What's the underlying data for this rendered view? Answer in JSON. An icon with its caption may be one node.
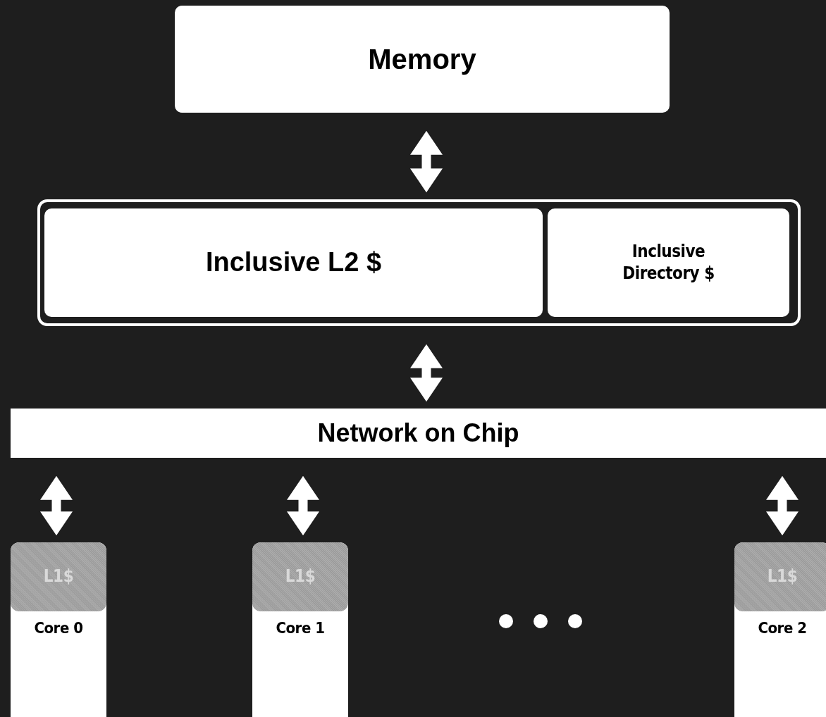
{
  "diagram": {
    "nodes": [
      {
        "text": [
          "Memory"
        ]
      },
      {
        "text": [],
        "shape": "box"
      },
      {
        "text": [
          "Inclusive L2 $"
        ],
        "in": 1
      },
      {
        "text": [
          "Inclusive Directory $"
        ],
        "in": 1
      },
      {
        "text": [
          "Network on Chip"
        ]
      },
      {
        "text": [
          "Core 0"
        ]
      },
      {
        "text": [
          "L1$"
        ],
        "in": 5
      },
      {
        "text": [
          "Core 1"
        ]
      },
      {
        "text": [
          "L1$"
        ],
        "in": 7
      },
      {
        "text": [
          "Core 2"
        ]
      },
      {
        "text": [
          "L1$"
        ],
        "in": 9
      }
    ],
    "edges": [
      {
        "from": 0,
        "to": 1,
        "arrow": "both"
      },
      {
        "from": 1,
        "to": 4,
        "arrow": "both"
      },
      {
        "from": 4,
        "to": 6,
        "arrow": "both"
      },
      {
        "from": 4,
        "to": 8,
        "arrow": "both"
      },
      {
        "from": 4,
        "to": 10,
        "arrow": "both"
      }
    ]
  }
}
